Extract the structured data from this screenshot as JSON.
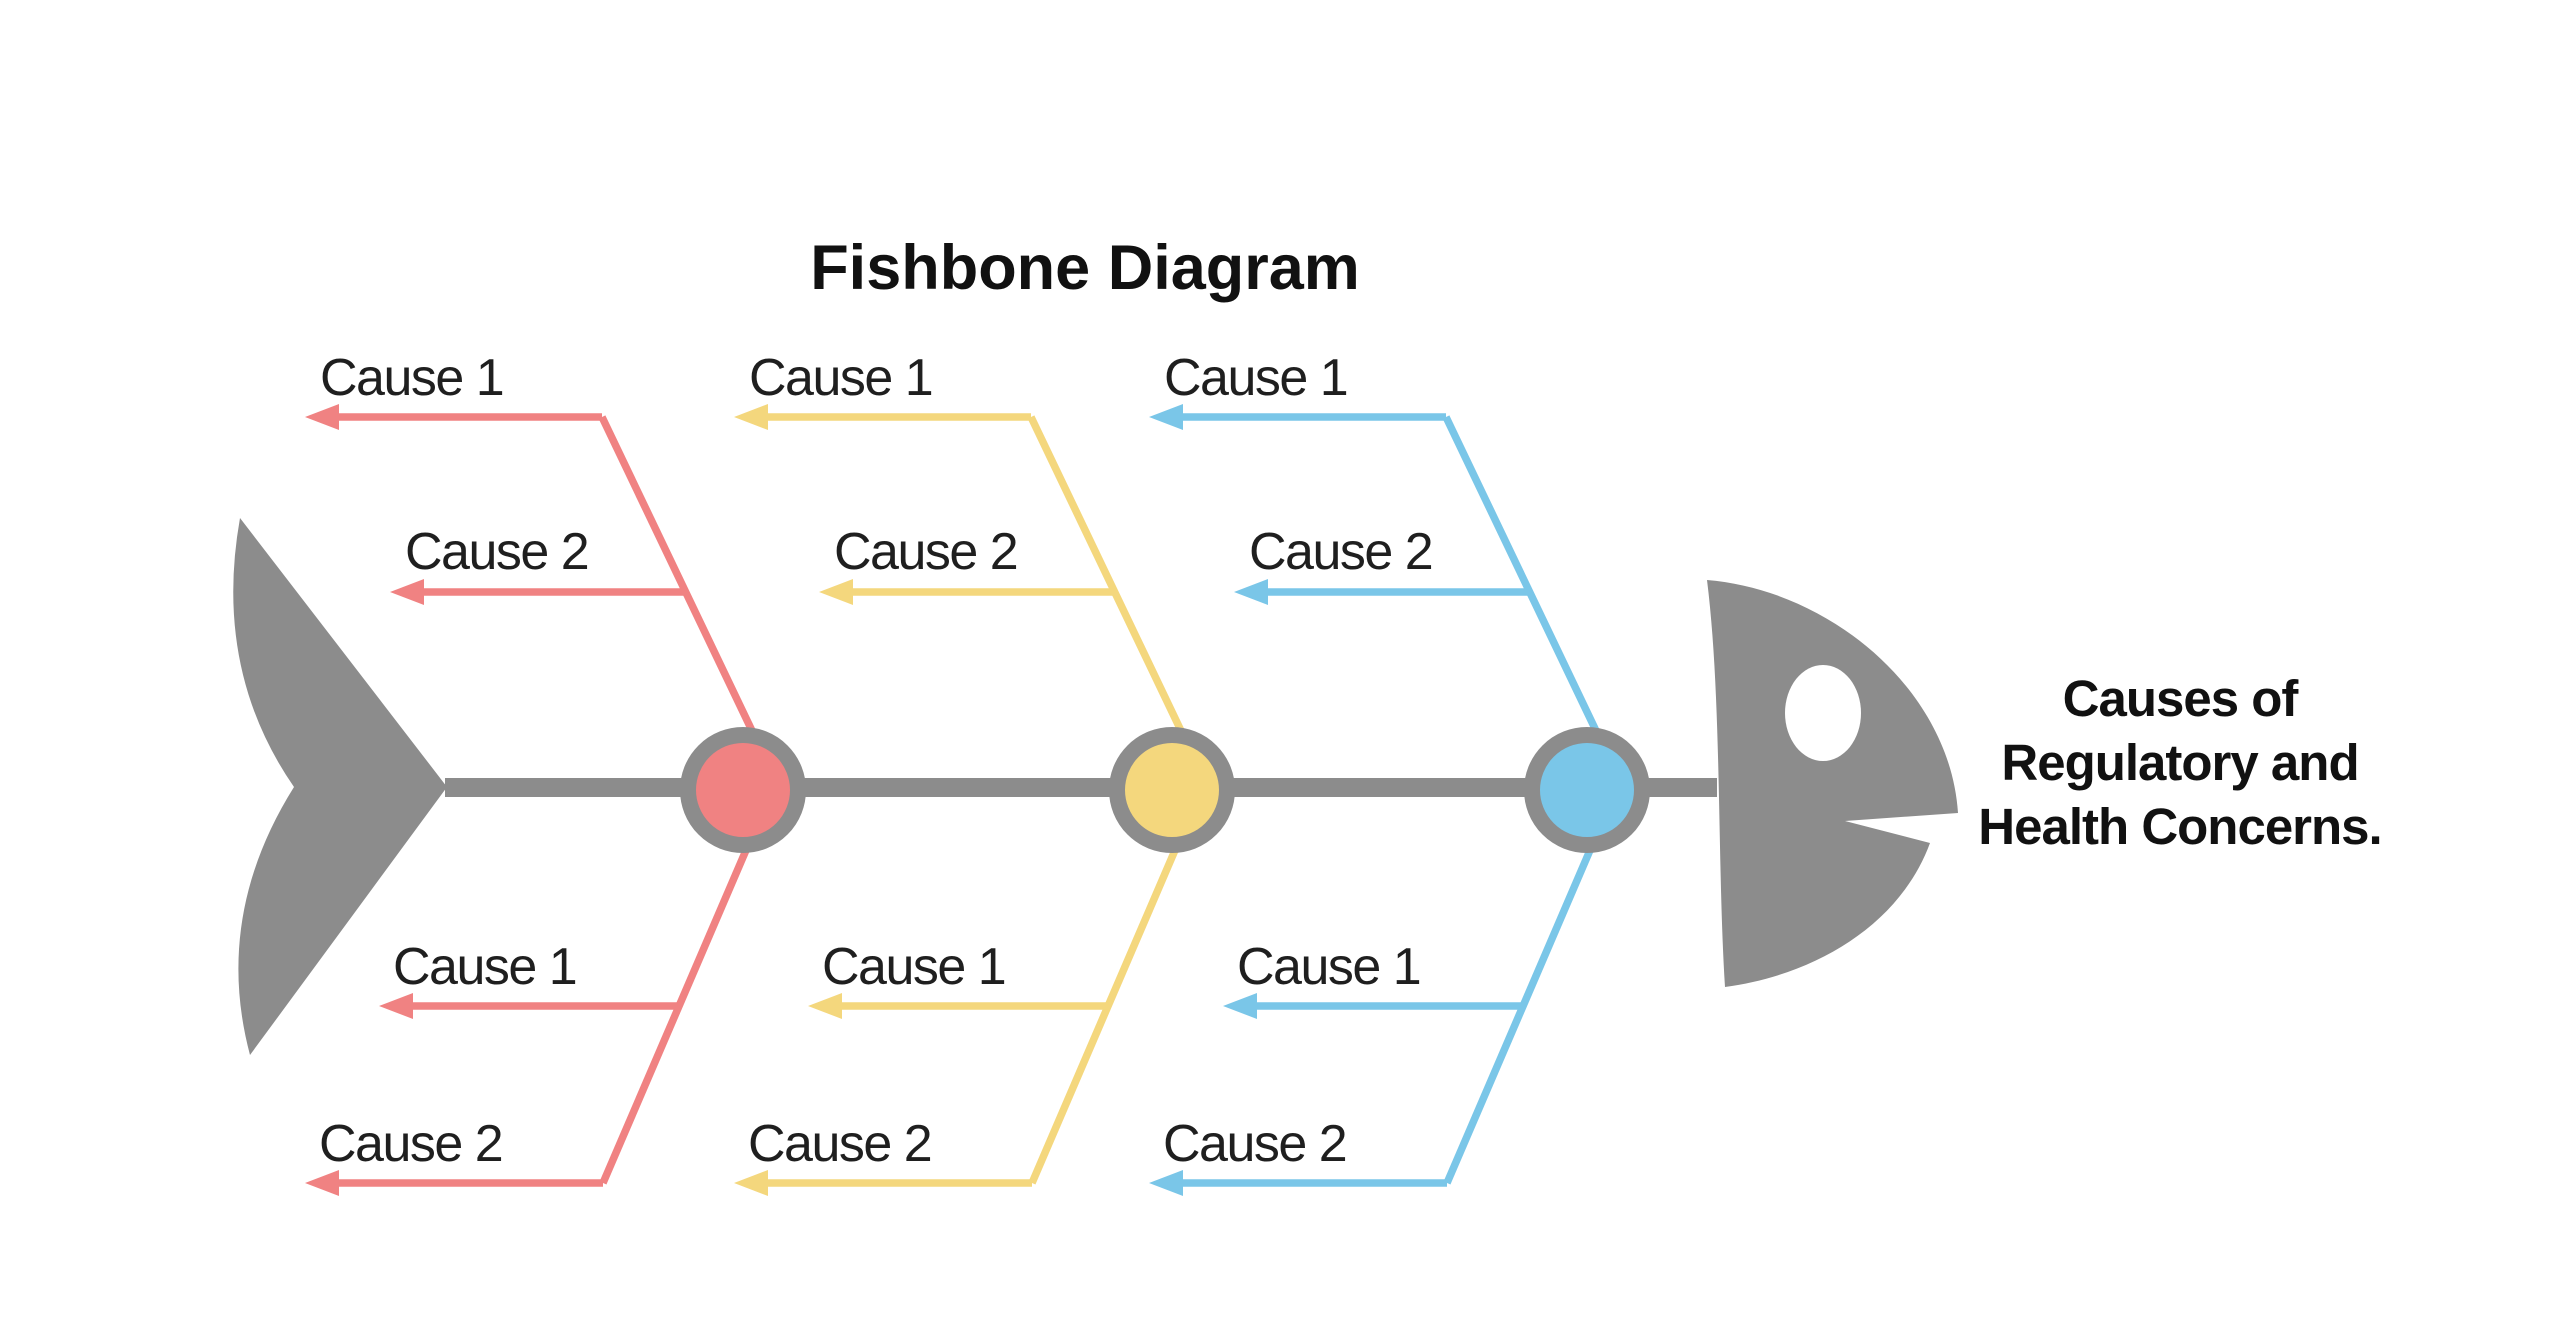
{
  "title": "Fishbone Diagram",
  "effect": {
    "lines": [
      "Causes of",
      "Regulatory and",
      "Health Concerns."
    ]
  },
  "fish": {
    "body_color": "#8C8C8C",
    "eye_color": "#ffffff"
  },
  "text_colors": {
    "heading": "#111111",
    "cause": "#1f1f1f"
  },
  "branches": [
    {
      "name": "red",
      "color": "#F08282",
      "upper": [
        {
          "label": "Cause 1"
        },
        {
          "label": "Cause 2"
        }
      ],
      "lower": [
        {
          "label": "Cause 1"
        },
        {
          "label": "Cause 2"
        }
      ]
    },
    {
      "name": "yellow",
      "color": "#F4D77D",
      "upper": [
        {
          "label": "Cause 1"
        },
        {
          "label": "Cause 2"
        }
      ],
      "lower": [
        {
          "label": "Cause 1"
        },
        {
          "label": "Cause 2"
        }
      ]
    },
    {
      "name": "blue",
      "color": "#7AC6E8",
      "upper": [
        {
          "label": "Cause 1"
        },
        {
          "label": "Cause 2"
        }
      ],
      "lower": [
        {
          "label": "Cause 1"
        },
        {
          "label": "Cause 2"
        }
      ]
    }
  ]
}
